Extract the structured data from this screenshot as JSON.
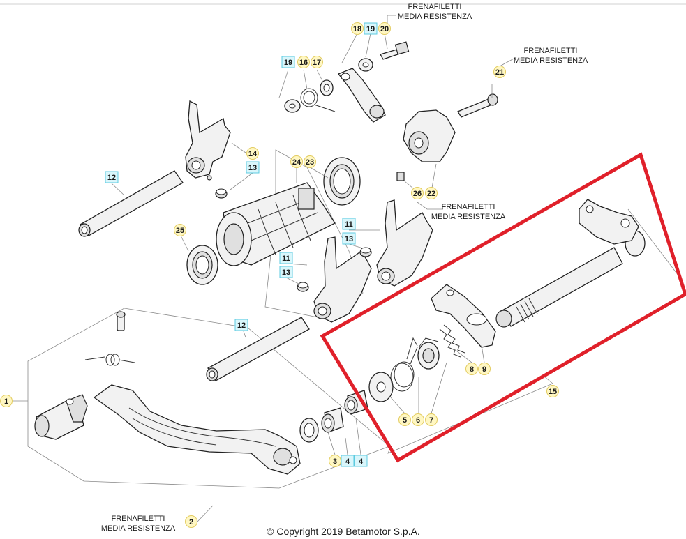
{
  "notes": [
    {
      "line1": "FRENAFILETTI",
      "line2": "MEDIA RESISTENZA"
    },
    {
      "line1": "FRENAFILETTI",
      "line2": "MEDIA RESISTENZA"
    },
    {
      "line1": "FRENAFILETTI",
      "line2": "MEDIA RESISTENZA"
    },
    {
      "line1": "FRENAFILETTI",
      "line2": "MEDIA RESISTENZA"
    }
  ],
  "callouts": [
    "1",
    "2",
    "3",
    "4",
    "4",
    "5",
    "6",
    "7",
    "8",
    "9",
    "11",
    "11",
    "12",
    "12",
    "13",
    "13",
    "13",
    "14",
    "15",
    "16",
    "17",
    "18",
    "19",
    "19",
    "20",
    "21",
    "22",
    "23",
    "24",
    "25",
    "26"
  ],
  "copyright": "© Copyright 2019 Betamotor S.p.A.",
  "colors": {
    "highlight_box": "#e0202a",
    "callout_yellow": "#fff7c2",
    "callout_yellow_border": "#e3cc60",
    "callout_cyan": "#d9f6fb",
    "callout_cyan_border": "#5ccbe0"
  }
}
